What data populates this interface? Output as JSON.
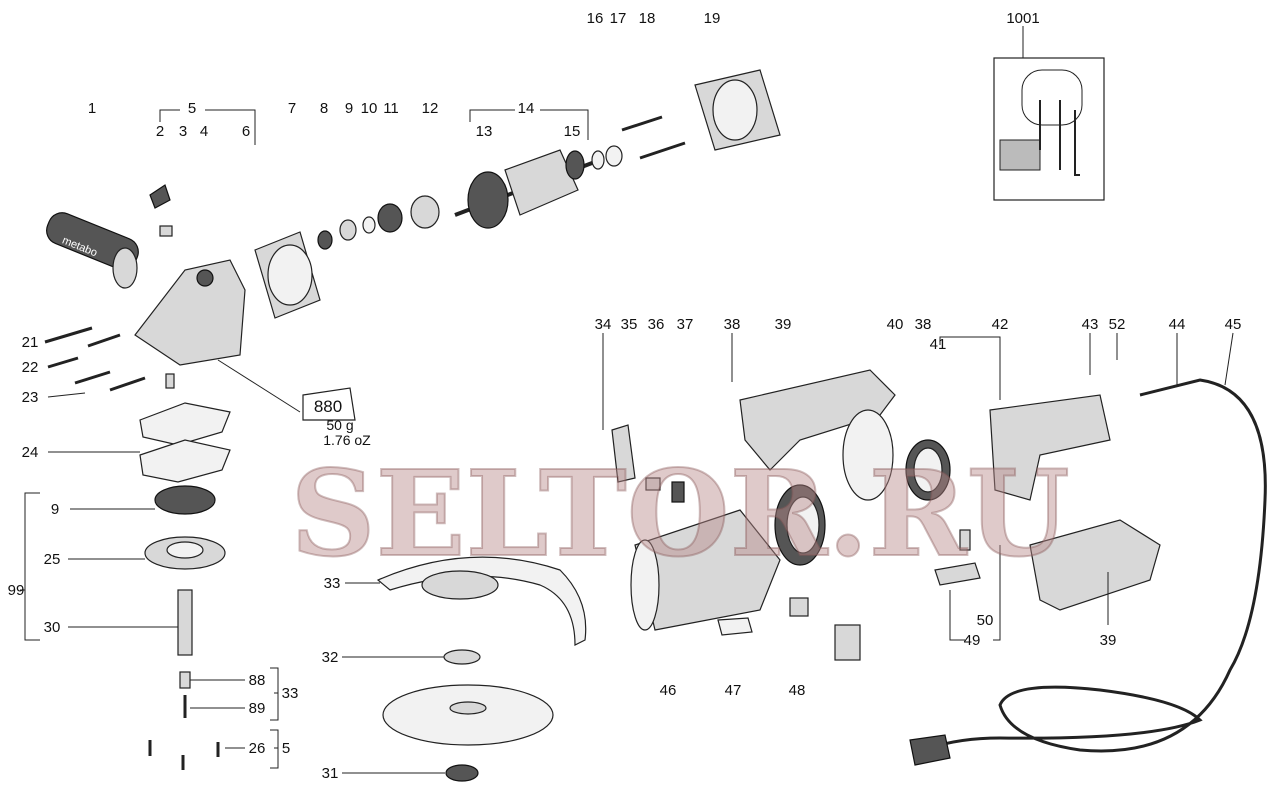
{
  "title": "Exploded parts diagram - angle grinder",
  "watermark": "SELTOR.RU",
  "callouts": [
    "1",
    "5",
    "2",
    "3",
    "4",
    "6",
    "7",
    "8",
    "9",
    "10",
    "11",
    "12",
    "14",
    "13",
    "15",
    "16",
    "17",
    "18",
    "19",
    "1001",
    "21",
    "22",
    "23",
    "24",
    "9",
    "25",
    "99",
    "30",
    "33",
    "32",
    "88",
    "33",
    "89",
    "26",
    "5",
    "31",
    "34",
    "35",
    "36",
    "37",
    "38",
    "39",
    "40",
    "38",
    "42",
    "41",
    "43",
    "52",
    "44",
    "45",
    "46",
    "47",
    "48",
    "49",
    "50",
    "39"
  ],
  "grease_tube": {
    "code": "880",
    "weight_g": "50 g",
    "weight_oz": "1.76 oZ"
  },
  "handle_brand": "metabo",
  "colors": {
    "line": "#222222",
    "part": "#d8d8d8",
    "watermark": "#b98a8a"
  }
}
